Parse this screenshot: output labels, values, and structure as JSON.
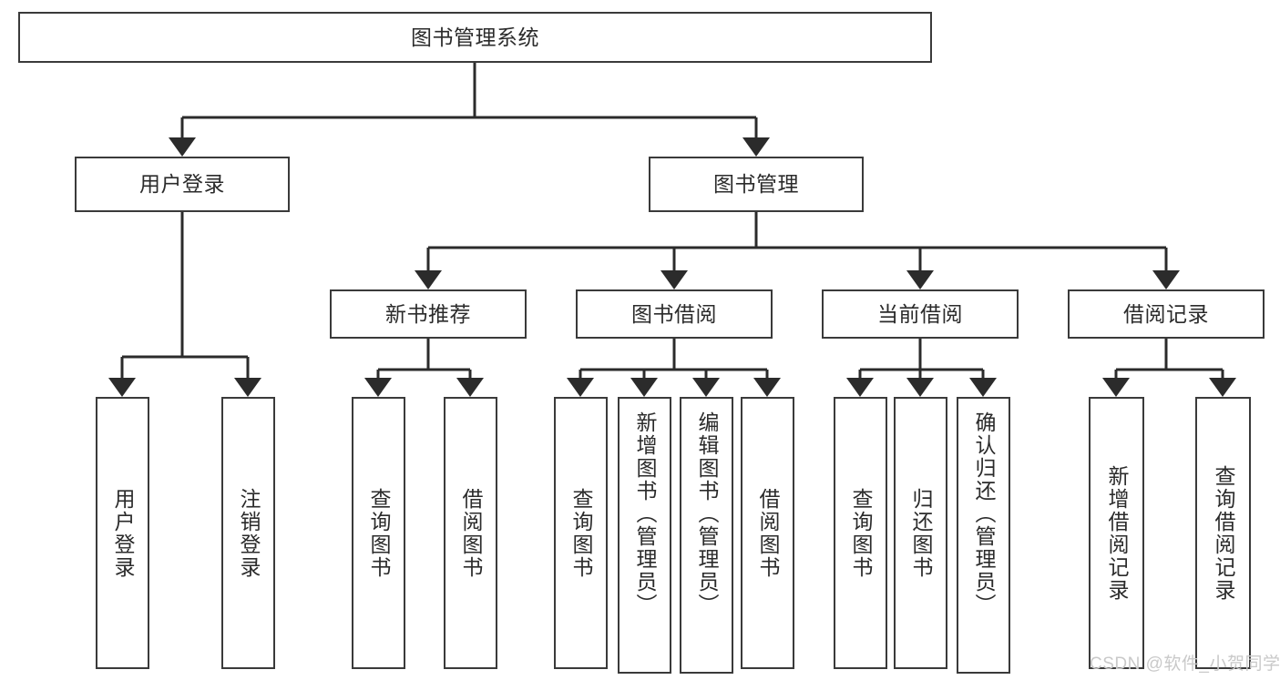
{
  "diagram": {
    "title": "图书管理系统",
    "watermark": "CSDN @软件_小贺同学",
    "colors": {
      "box_border": "#3a3a3a",
      "text": "#2b2b2b",
      "connector": "#2b2b2b",
      "background": "#ffffff",
      "watermark": "#c9c9c9"
    },
    "root": {
      "label": "图书管理系统"
    },
    "level1": [
      {
        "label": "用户登录"
      },
      {
        "label": "图书管理"
      }
    ],
    "level2": [
      {
        "label": "新书推荐"
      },
      {
        "label": "图书借阅"
      },
      {
        "label": "当前借阅"
      },
      {
        "label": "借阅记录"
      }
    ],
    "leaves": {
      "user_login": [
        {
          "label": "用户登录"
        },
        {
          "label": "注销登录"
        }
      ],
      "new_book_recommend": [
        {
          "label": "查询图书"
        },
        {
          "label": "借阅图书"
        }
      ],
      "book_borrow": [
        {
          "label": "查询图书"
        },
        {
          "label": "新增图书（管理员）"
        },
        {
          "label": "编辑图书（管理员）"
        },
        {
          "label": "借阅图书"
        }
      ],
      "current_borrow": [
        {
          "label": "查询图书"
        },
        {
          "label": "归还图书"
        },
        {
          "label": "确认归还（管理员）"
        }
      ],
      "borrow_record": [
        {
          "label": "新增借阅记录"
        },
        {
          "label": "查询借阅记录"
        }
      ]
    }
  }
}
